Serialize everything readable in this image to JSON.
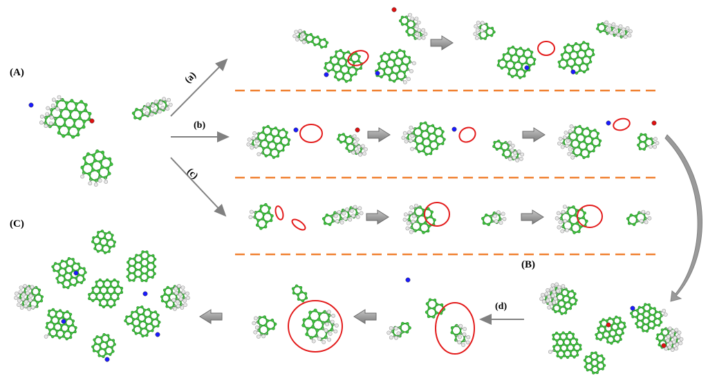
{
  "panels": {
    "A": "(A)",
    "B": "(B)",
    "C": "(C)"
  },
  "steps": {
    "a": "(a)",
    "b": "(b)",
    "c": "(c)",
    "d": "(d)"
  },
  "colors": {
    "bond": "#38a838",
    "carbon": "#3cc33c",
    "hydrogen": "#e6e6e6",
    "nitrogen": "#1a1aff",
    "oxygen": "#e01010",
    "highlight": "#e31a1a",
    "divider": "#f08030",
    "arrow": "#808080"
  }
}
